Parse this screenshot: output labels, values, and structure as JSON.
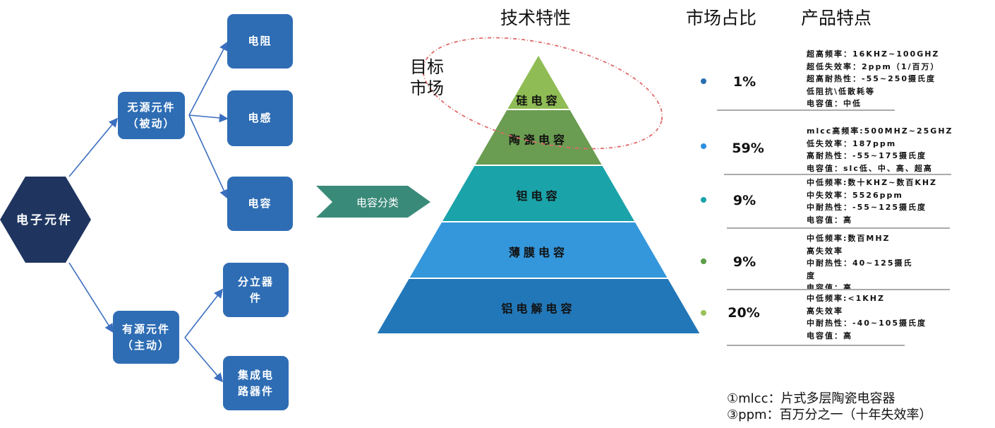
{
  "root": {
    "label": "电子元件",
    "color": "#1f3560"
  },
  "passive": {
    "label": "无源元件\n（被动）",
    "children": [
      "电阻",
      "电感",
      "电容"
    ]
  },
  "active": {
    "label": "有源元件\n（主动）",
    "children": [
      "分立器\n件",
      "集成电\n路器件"
    ]
  },
  "classify_arrow": {
    "label": "电容分类",
    "color": "#3a8a79"
  },
  "headers": {
    "tech": "技术特性",
    "share": "市场占比",
    "features": "产品特点"
  },
  "target_market": "目标\n市场",
  "pyramid": [
    {
      "label": "硅电容",
      "color": "#8fbc54"
    },
    {
      "label": "陶瓷电容",
      "color": "#6a9c51"
    },
    {
      "label": "钽电容",
      "color": "#1aa3a9"
    },
    {
      "label": "薄膜电容",
      "color": "#3597db"
    },
    {
      "label": "铝电解电容",
      "color": "#2277b8"
    }
  ],
  "market": [
    {
      "percent": "1%",
      "dot_color": "#2a6eb0"
    },
    {
      "percent": "59%",
      "dot_color": "#2e8fe0"
    },
    {
      "percent": "9%",
      "dot_color": "#1aa3a9"
    },
    {
      "percent": "9%",
      "dot_color": "#5b9e46"
    },
    {
      "percent": "20%",
      "dot_color": "#9ac25a"
    }
  ],
  "features": [
    [
      "超高频率：16KHZ~100GHZ",
      "超低失效率：2ppm（1/百万）",
      "超高耐热性：-55~250摄氏度",
      "低阻抗\\低散耗等",
      "电容值：中低"
    ],
    [
      "mlcc高频率:500MHZ~25GHZ",
      "低失效率：187ppm",
      "高耐热性：-55~175摄氏度",
      "电容值：slc低、中、高、超高"
    ],
    [
      "中低频率:数十KHZ~数百KHZ",
      "中失效率：5526ppm",
      "中耐热性：-55~125摄氏度",
      "电容值：高"
    ],
    [
      "中低频率:数百MHZ",
      "高失效率",
      "中耐热性：40~125摄氏",
      "度",
      "电容值：高"
    ],
    [
      "中低频率:<1KHZ",
      "高失效率",
      "中耐热性：-40~105摄氏度",
      "电容值：高"
    ]
  ],
  "footnotes": [
    "①mlcc：片式多层陶瓷电容器",
    "③ppm：百万分之一（十年失效率）"
  ]
}
